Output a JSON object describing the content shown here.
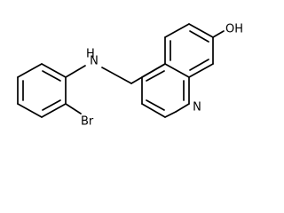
{
  "molecule": {
    "atoms": {
      "oh": "OH",
      "nh": "H",
      "nh_n": "N",
      "ring_n": "N",
      "br": "Br"
    }
  },
  "colors": {
    "bond": "#000000",
    "label": "#000000",
    "background": "#ffffff"
  }
}
